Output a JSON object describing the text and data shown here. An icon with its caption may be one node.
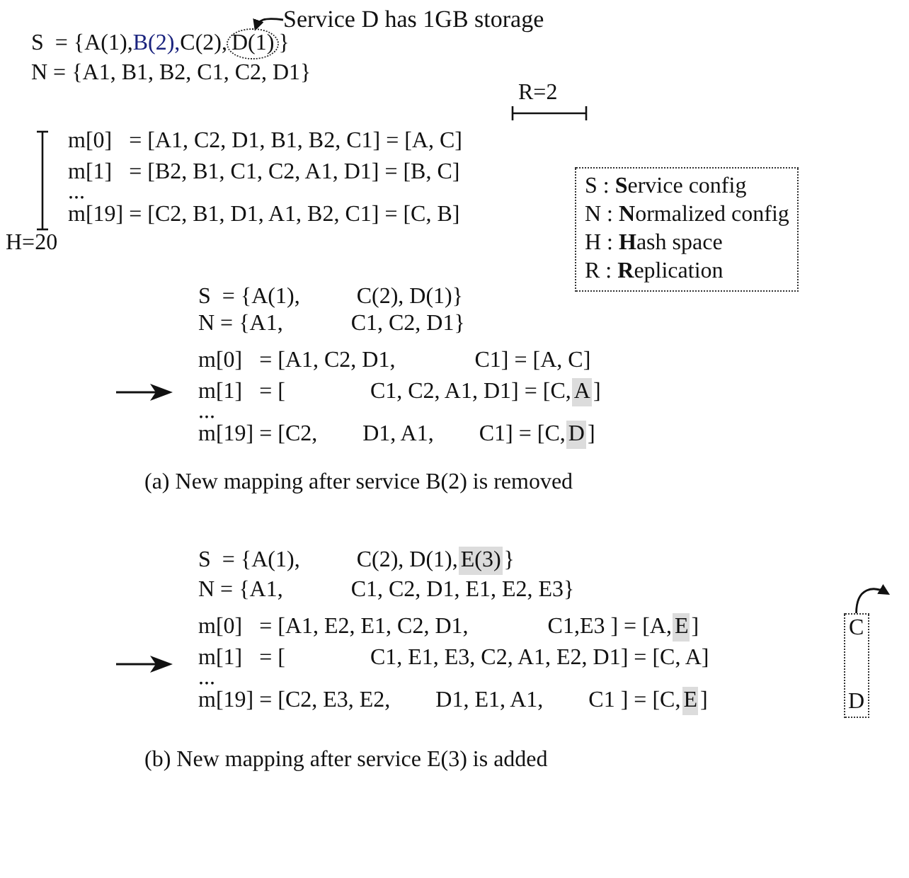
{
  "diagram": {
    "nodes": [
      {
        "text": [
          "Service D has 1GB storage"
        ]
      },
      {
        "text": [
          "D(1)"
        ]
      },
      {
        "text": [
          "S : **S**ervice config",
          "N : **N**ormalized config",
          "H : **H**ash space",
          "R : **R**eplication"
        ]
      },
      {
        "text": [
          "A"
        ]
      },
      {
        "text": [
          "D"
        ]
      },
      {
        "text": [
          "E(3)"
        ]
      },
      {
        "text": [
          "E"
        ]
      },
      {
        "text": [
          "C",
          "D"
        ]
      },
      {
        "text": [
          "E"
        ]
      }
    ],
    "edges": [
      {
        "from": 0,
        "to": 1,
        "arrow": "to"
      },
      {
        "from": 7,
        "to": null,
        "arrow": "to"
      }
    ],
    "labels": [
      "S  = {A(1),",
      "B(2),",
      "C(2),",
      "}",
      "N = {A1, B1, B2, C1, C2, D1}",
      "R=2",
      "m[0]   = [A1, C2, D1, B1, B2, C1] = [A, C]",
      "m[1]   = [B2, B1, C1, C2, A1, D1] = [B, C]",
      "...",
      "m[19] = [C2, B1, D1, A1, B2, C1] = [C, B]",
      "H=20",
      "S  = {A(1),          C(2), D(1)}",
      "N = {A1,            C1, C2, D1}",
      "m[0]   = [A1, C2, D1,              C1] = [A, C]",
      "m[1]   = [               C1, C2, A1, D1] = [C,",
      "]",
      "...",
      "m[19] = [C2,        D1, A1,        C1] = [C,",
      "]",
      "(a) New mapping after service B(2) is removed",
      "S  = {A(1),          C(2), D(1),",
      "}",
      "N = {A1,            C1, C2, D1, E1, E2, E3}",
      "m[0]   = [A1, E2, E1, C2, D1,              C1,E3 ] = [A,",
      "]",
      "m[1]   = [               C1, E1, E3, C2, A1, E2, D1] = [C, A]",
      "...",
      "m[19] = [C2, E3, E2,        D1, E1, A1,        C1 ] = [C,",
      "]",
      "(b) New mapping after service E(3) is added"
    ]
  }
}
